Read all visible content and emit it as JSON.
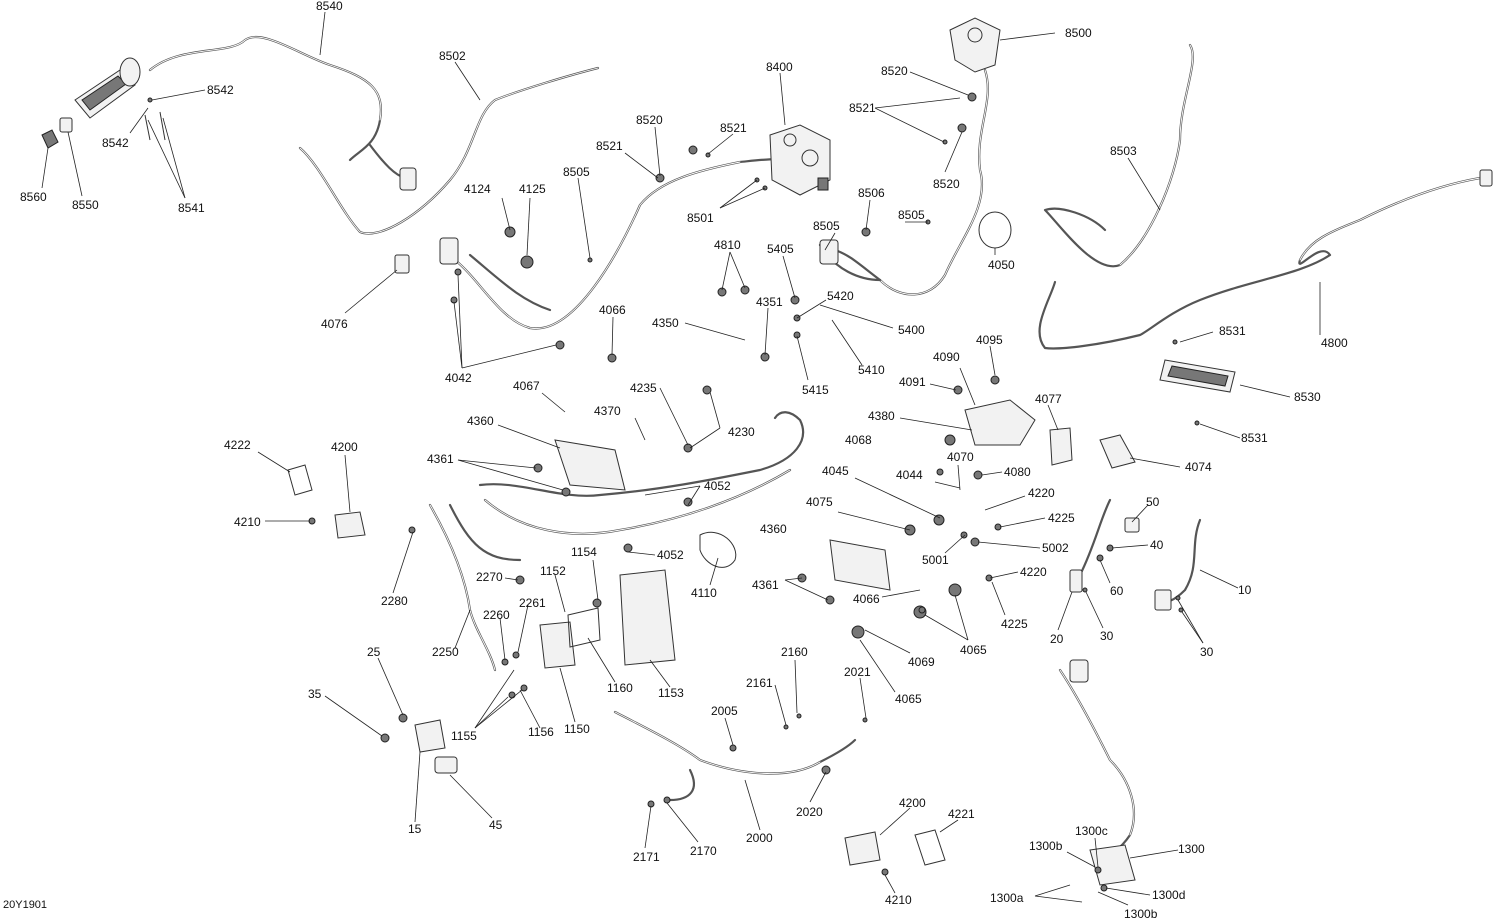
{
  "diagram_code": "20Y1901",
  "callouts": [
    {
      "id": "c8540",
      "text": "8540"
    },
    {
      "id": "c8502",
      "text": "8502"
    },
    {
      "id": "c8542a",
      "text": "8542"
    },
    {
      "id": "c8542b",
      "text": "8542"
    },
    {
      "id": "c8560",
      "text": "8560"
    },
    {
      "id": "c8550",
      "text": "8550"
    },
    {
      "id": "c8541",
      "text": "8541"
    },
    {
      "id": "c8400",
      "text": "8400"
    },
    {
      "id": "c8520a",
      "text": "8520"
    },
    {
      "id": "c8521a",
      "text": "8521"
    },
    {
      "id": "c8521b",
      "text": "8521"
    },
    {
      "id": "c8505a",
      "text": "8505"
    },
    {
      "id": "c8501",
      "text": "8501"
    },
    {
      "id": "c8500",
      "text": "8500"
    },
    {
      "id": "c8520b",
      "text": "8520"
    },
    {
      "id": "c8521c",
      "text": "8521"
    },
    {
      "id": "c8520c",
      "text": "8520"
    },
    {
      "id": "c8506",
      "text": "8506"
    },
    {
      "id": "c8505b",
      "text": "8505"
    },
    {
      "id": "c8505c",
      "text": "8505"
    },
    {
      "id": "c4050",
      "text": "4050"
    },
    {
      "id": "c8503",
      "text": "8503"
    },
    {
      "id": "c4124",
      "text": "4124"
    },
    {
      "id": "c4125",
      "text": "4125"
    },
    {
      "id": "c4076",
      "text": "4076"
    },
    {
      "id": "c4042",
      "text": "4042"
    },
    {
      "id": "c4810",
      "text": "4810"
    },
    {
      "id": "c5405",
      "text": "5405"
    },
    {
      "id": "c4351",
      "text": "4351"
    },
    {
      "id": "c5420",
      "text": "5420"
    },
    {
      "id": "c5400",
      "text": "5400"
    },
    {
      "id": "c5410",
      "text": "5410"
    },
    {
      "id": "c5415",
      "text": "5415"
    },
    {
      "id": "c4066a",
      "text": "4066"
    },
    {
      "id": "c4350",
      "text": "4350"
    },
    {
      "id": "c4800",
      "text": "4800"
    },
    {
      "id": "c8531a",
      "text": "8531"
    },
    {
      "id": "c8530",
      "text": "8530"
    },
    {
      "id": "c8531b",
      "text": "8531"
    },
    {
      "id": "c4095",
      "text": "4095"
    },
    {
      "id": "c4090",
      "text": "4090"
    },
    {
      "id": "c4091",
      "text": "4091"
    },
    {
      "id": "c4077",
      "text": "4077"
    },
    {
      "id": "c4380",
      "text": "4380"
    },
    {
      "id": "c4068",
      "text": "4068"
    },
    {
      "id": "c4074",
      "text": "4074"
    },
    {
      "id": "c4067",
      "text": "4067"
    },
    {
      "id": "c4235",
      "text": "4235"
    },
    {
      "id": "c4370",
      "text": "4370"
    },
    {
      "id": "c4230",
      "text": "4230"
    },
    {
      "id": "c4360a",
      "text": "4360"
    },
    {
      "id": "c4361a",
      "text": "4361"
    },
    {
      "id": "c4052a",
      "text": "4052"
    },
    {
      "id": "c4222",
      "text": "4222"
    },
    {
      "id": "c4200a",
      "text": "4200"
    },
    {
      "id": "c4210a",
      "text": "4210"
    },
    {
      "id": "c4045",
      "text": "4045"
    },
    {
      "id": "c4044",
      "text": "4044"
    },
    {
      "id": "c4070",
      "text": "4070"
    },
    {
      "id": "c4080",
      "text": "4080"
    },
    {
      "id": "c4220a",
      "text": "4220"
    },
    {
      "id": "c4225a",
      "text": "4225"
    },
    {
      "id": "c4075",
      "text": "4075"
    },
    {
      "id": "c5002",
      "text": "5002"
    },
    {
      "id": "c5001",
      "text": "5001"
    },
    {
      "id": "c4220b",
      "text": "4220"
    },
    {
      "id": "c4225b",
      "text": "4225"
    },
    {
      "id": "c4360b",
      "text": "4360"
    },
    {
      "id": "c4361b",
      "text": "4361"
    },
    {
      "id": "c4066b",
      "text": "4066"
    },
    {
      "id": "c4065a",
      "text": "4065"
    },
    {
      "id": "c4069",
      "text": "4069"
    },
    {
      "id": "c4065b",
      "text": "4065"
    },
    {
      "id": "c50",
      "text": "50"
    },
    {
      "id": "c40",
      "text": "40"
    },
    {
      "id": "c60",
      "text": "60"
    },
    {
      "id": "c10",
      "text": "10"
    },
    {
      "id": "c20",
      "text": "20"
    },
    {
      "id": "c30a",
      "text": "30"
    },
    {
      "id": "c30b",
      "text": "30"
    },
    {
      "id": "c1154",
      "text": "1154"
    },
    {
      "id": "c4052b",
      "text": "4052"
    },
    {
      "id": "c4110",
      "text": "4110"
    },
    {
      "id": "c2270",
      "text": "2270"
    },
    {
      "id": "c1152",
      "text": "1152"
    },
    {
      "id": "c2280",
      "text": "2280"
    },
    {
      "id": "c2260",
      "text": "2260"
    },
    {
      "id": "c2261",
      "text": "2261"
    },
    {
      "id": "c2250",
      "text": "2250"
    },
    {
      "id": "c1160",
      "text": "1160"
    },
    {
      "id": "c1153",
      "text": "1153"
    },
    {
      "id": "c25",
      "text": "25"
    },
    {
      "id": "c35",
      "text": "35"
    },
    {
      "id": "c1155",
      "text": "1155"
    },
    {
      "id": "c1156",
      "text": "1156"
    },
    {
      "id": "c1150",
      "text": "1150"
    },
    {
      "id": "c15",
      "text": "15"
    },
    {
      "id": "c45",
      "text": "45"
    },
    {
      "id": "c2160",
      "text": "2160"
    },
    {
      "id": "c2161",
      "text": "2161"
    },
    {
      "id": "c2021",
      "text": "2021"
    },
    {
      "id": "c2005",
      "text": "2005"
    },
    {
      "id": "c2020",
      "text": "2020"
    },
    {
      "id": "c2000",
      "text": "2000"
    },
    {
      "id": "c2170",
      "text": "2170"
    },
    {
      "id": "c2171",
      "text": "2171"
    },
    {
      "id": "c4200b",
      "text": "4200"
    },
    {
      "id": "c4221",
      "text": "4221"
    },
    {
      "id": "c4210b",
      "text": "4210"
    },
    {
      "id": "c1300c",
      "text": "1300c"
    },
    {
      "id": "c1300b1",
      "text": "1300b"
    },
    {
      "id": "c1300",
      "text": "1300"
    },
    {
      "id": "c1300a",
      "text": "1300a"
    },
    {
      "id": "c1300d",
      "text": "1300d"
    },
    {
      "id": "c1300b2",
      "text": "1300b"
    }
  ]
}
